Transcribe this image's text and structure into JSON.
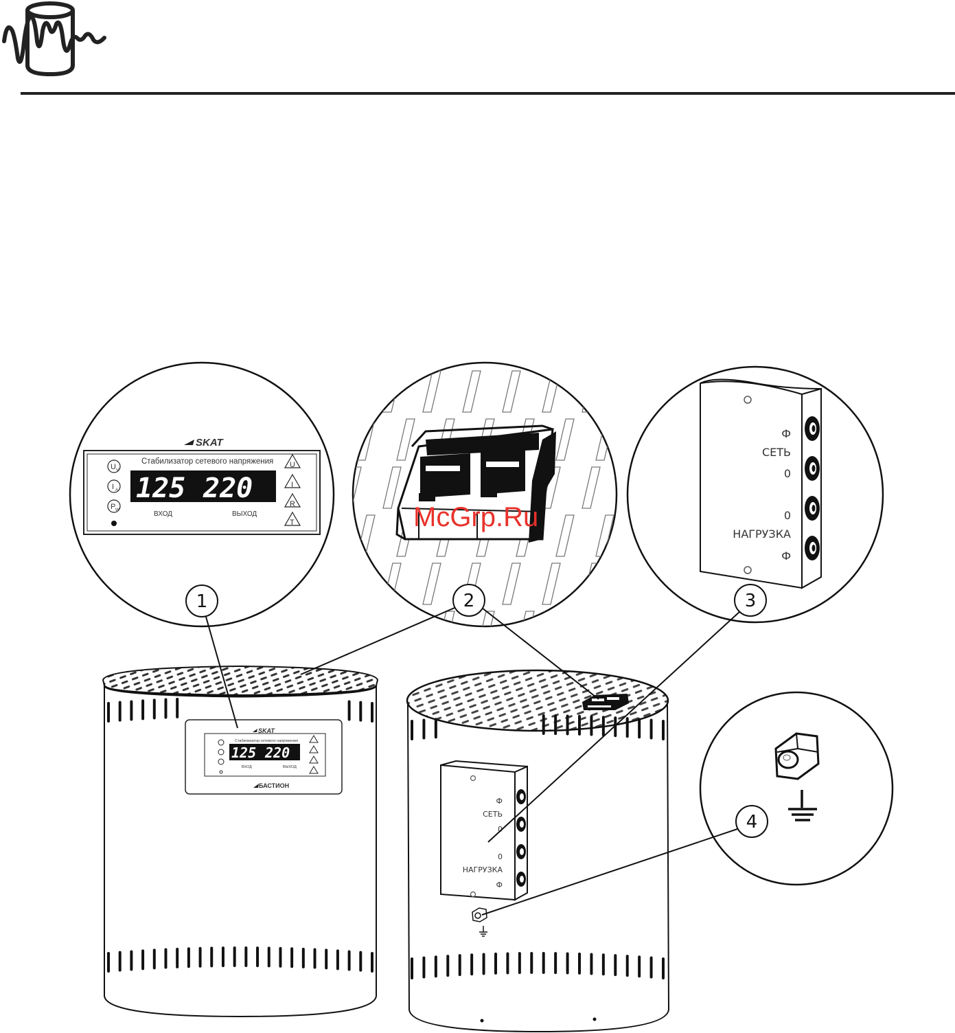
{
  "watermark": "McGrp.Ru",
  "callouts": {
    "c1": "1",
    "c2": "2",
    "c3": "3",
    "c4": "4"
  },
  "front_panel": {
    "brand": "SKAT",
    "title": "Стабилизатор сетевого напряжения",
    "display_in": "125",
    "display_out": "220",
    "label_in": "ВХОД",
    "label_out": "ВЫХОД",
    "ind_u": "U",
    "ind_u_sub": "V",
    "ind_i": "I",
    "ind_i_sub": "A",
    "ind_p": "P",
    "ind_p_sub": "W",
    "warn_u": "U",
    "warn_i": "I",
    "warn_r": "R",
    "warn_t": "T",
    "maker": "БАСТИОН"
  },
  "terminal_block": {
    "phase_top": "Ф",
    "mains": "СЕТЬ",
    "zero_top": "0",
    "zero_bottom": "0",
    "load": "НАГРУЗКА",
    "phase_bottom": "Ф"
  }
}
